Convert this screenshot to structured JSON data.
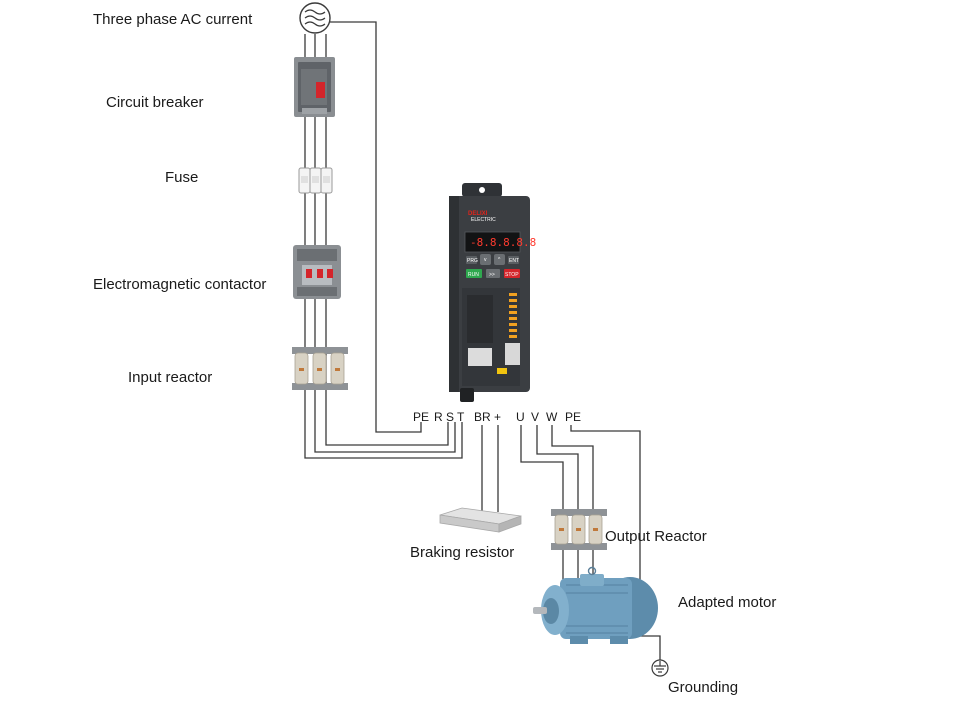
{
  "labels": {
    "ac_source": "Three phase AC current",
    "breaker": "Circuit breaker",
    "fuse": "Fuse",
    "contactor": "Electromagnetic contactor",
    "input_reactor": "Input reactor",
    "braking_resistor": "Braking resistor",
    "output_reactor": "Output Reactor",
    "motor": "Adapted motor",
    "grounding": "Grounding"
  },
  "terminals": {
    "pe_in": "PE",
    "r": "R",
    "s": "S",
    "t": "T",
    "br": "BR",
    "plus": "+",
    "u": "U",
    "v": "V",
    "w": "W",
    "pe_out": "PE"
  },
  "drive": {
    "brand": "DELIXI",
    "brand_sub": "ELECTRIC",
    "display": "-8.8.8.8.8",
    "keys": {
      "run": "RUN",
      "stop": "STOP",
      "shift": ">>",
      "up": "^",
      "down": "v",
      "prg": "PRG",
      "ent": "ENT"
    }
  },
  "colors": {
    "wire": "#3a3a3a",
    "drive_body": "#3b3e42",
    "motor_blue": "#6f9fbf",
    "reactor_coil": "#d8d2c4",
    "breaker_red": "#d4252b"
  }
}
